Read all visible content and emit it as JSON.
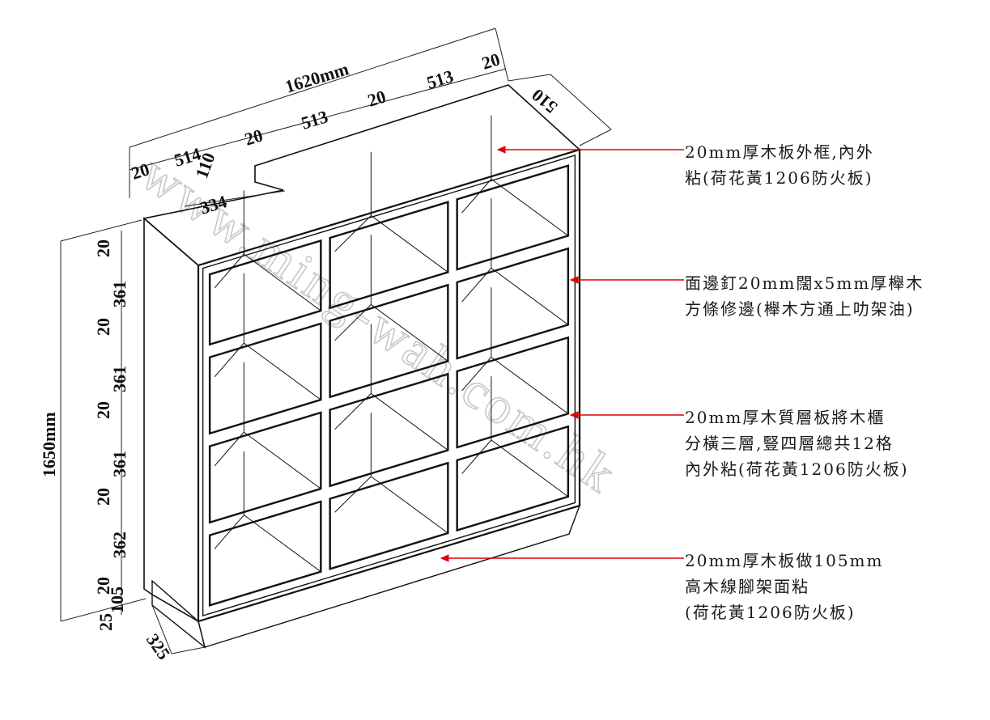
{
  "dimensions": {
    "total_width": "1620mm",
    "total_height": "1650mm",
    "depth": "510",
    "width_parts": [
      "20",
      "514",
      "20",
      "513",
      "20",
      "513",
      "20"
    ],
    "height_parts": [
      "20",
      "361",
      "20",
      "361",
      "20",
      "361",
      "20",
      "362",
      "20",
      "105",
      "25"
    ],
    "notch_depth": "110",
    "notch_width": "334",
    "plinth_depth": "325"
  },
  "annotations": [
    {
      "lines": [
        "20mm厚木板外框,內外",
        "粘(荷花黃1206防火板)"
      ]
    },
    {
      "lines": [
        "面邊釘20mm闊x5mm厚櫸木",
        "方條修邊(櫸木方通上叻架油)"
      ]
    },
    {
      "lines": [
        "20mm厚木質層板將木櫃",
        "分橫三層,豎四層總共12格",
        "內外粘(荷花黃1206防火板)"
      ]
    },
    {
      "lines": [
        "20mm厚木板做105mm",
        "高木線腳架面粘",
        "(荷花黃1206防火板)"
      ]
    }
  ],
  "watermark": "www.ming-wah.com.hk",
  "colors": {
    "arrow": "#e00000",
    "line": "#111111",
    "watermark": "#c8c8c8"
  }
}
